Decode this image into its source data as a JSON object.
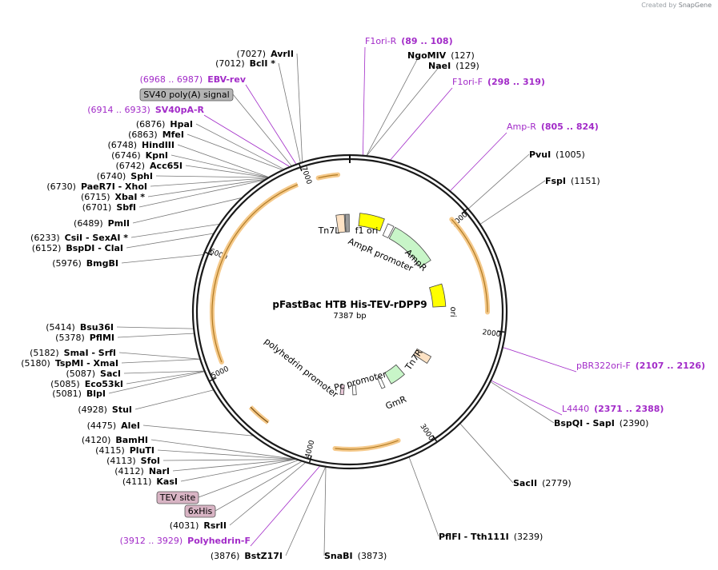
{
  "credit": {
    "prefix": "Created by",
    "brand": "SnapGene"
  },
  "map": {
    "name": "pFastBac HTB His-TEV-rDPP9",
    "length_label": "7387 bp",
    "total_bp": 7387
  },
  "ticks": [
    {
      "pos": 1000,
      "label": "1000"
    },
    {
      "pos": 2000,
      "label": "2000"
    },
    {
      "pos": 3000,
      "label": "3000"
    },
    {
      "pos": 4000,
      "label": "4000"
    },
    {
      "pos": 5000,
      "label": "5000"
    },
    {
      "pos": 6000,
      "label": "6000"
    },
    {
      "pos": 7000,
      "label": "7000"
    }
  ],
  "enzymes_right": [
    {
      "name": "NgoMIV",
      "site": "(127)",
      "pos": 127
    },
    {
      "name": "NaeI",
      "site": "(129)",
      "pos": 129
    },
    {
      "name": "PvuI",
      "site": "(1005)",
      "pos": 1005
    },
    {
      "name": "FspI",
      "site": "(1151)",
      "pos": 1151
    },
    {
      "name": "BspQI  -  SapI",
      "site": "(2390)",
      "pos": 2390
    },
    {
      "name": "SacII",
      "site": "(2779)",
      "pos": 2779
    },
    {
      "name": "PflFI  -  Tth111I",
      "site": "(3239)",
      "pos": 3239
    },
    {
      "name": "SnaBI",
      "site": "(3873)",
      "pos": 3873
    }
  ],
  "enzymes_left": [
    {
      "site": "(7027)",
      "name": "AvrII",
      "pos": 7027
    },
    {
      "site": "(7012)",
      "name": "BclI *",
      "pos": 7012
    },
    {
      "site": "(6876)",
      "name": "HpaI",
      "pos": 6876
    },
    {
      "site": "(6863)",
      "name": "MfeI",
      "pos": 6863
    },
    {
      "site": "(6748)",
      "name": "HindIII",
      "pos": 6748
    },
    {
      "site": "(6746)",
      "name": "KpnI",
      "pos": 6746
    },
    {
      "site": "(6742)",
      "name": "Acc65I",
      "pos": 6742
    },
    {
      "site": "(6740)",
      "name": "SphI",
      "pos": 6740
    },
    {
      "site": "(6730)",
      "name": "PaeR7I  -  XhoI",
      "pos": 6730
    },
    {
      "site": "(6715)",
      "name": "XbaI *",
      "pos": 6715
    },
    {
      "site": "(6701)",
      "name": "SbfI",
      "pos": 6701
    },
    {
      "site": "(6489)",
      "name": "PmlI",
      "pos": 6489
    },
    {
      "site": "(6233)",
      "name": "CsiI  -  SexAI *",
      "pos": 6233
    },
    {
      "site": "(6152)",
      "name": "BspDI  -  ClaI",
      "pos": 6152
    },
    {
      "site": "(5976)",
      "name": "BmgBI",
      "pos": 5976
    },
    {
      "site": "(5414)",
      "name": "Bsu36I",
      "pos": 5414
    },
    {
      "site": "(5378)",
      "name": "PflMI",
      "pos": 5378
    },
    {
      "site": "(5182)",
      "name": "SmaI  -  SrfI",
      "pos": 5182
    },
    {
      "site": "(5180)",
      "name": "TspMI  -  XmaI",
      "pos": 5180
    },
    {
      "site": "(5087)",
      "name": "SacI",
      "pos": 5087
    },
    {
      "site": "(5085)",
      "name": "Eco53kI",
      "pos": 5085
    },
    {
      "site": "(5081)",
      "name": "BlpI",
      "pos": 5081
    },
    {
      "site": "(4928)",
      "name": "StuI",
      "pos": 4928
    },
    {
      "site": "(4475)",
      "name": "AleI",
      "pos": 4475
    },
    {
      "site": "(4120)",
      "name": "BamHI",
      "pos": 4120
    },
    {
      "site": "(4115)",
      "name": "PluTI",
      "pos": 4115
    },
    {
      "site": "(4113)",
      "name": "SfoI",
      "pos": 4113
    },
    {
      "site": "(4112)",
      "name": "NarI",
      "pos": 4112
    },
    {
      "site": "(4111)",
      "name": "KasI",
      "pos": 4111
    },
    {
      "site": "(4031)",
      "name": "RsrII",
      "pos": 4031
    },
    {
      "site": "(3876)",
      "name": "BstZ17I",
      "pos": 3876
    }
  ],
  "primers_right": [
    {
      "name": "F1ori-R",
      "range": "(89 .. 108)",
      "pos": 98
    },
    {
      "name": "F1ori-F",
      "range": "(298 .. 319)",
      "pos": 308
    },
    {
      "name": "Amp-R",
      "range": "(805 .. 824)",
      "pos": 814
    },
    {
      "name": "pBR322ori-F",
      "range": "(2107 .. 2126)",
      "pos": 2116
    },
    {
      "name": "L4440",
      "range": "(2371 .. 2388)",
      "pos": 2380
    }
  ],
  "primers_left": [
    {
      "range": "(6968 .. 6987)",
      "name": "EBV-rev",
      "pos": 6977
    },
    {
      "range": "(6914 .. 6933)",
      "name": "SV40pA-R",
      "pos": 6923
    },
    {
      "range": "(3912 .. 3929)",
      "name": "Polyhedrin-F",
      "pos": 3920
    }
  ],
  "feature_tags": [
    {
      "label": "SV40 poly(A) signal",
      "pos": 6940,
      "color": "#b4b4b4"
    },
    {
      "label": "TEV site",
      "pos": 4090,
      "color": "#d8b4c4"
    },
    {
      "label": "6xHis",
      "pos": 4060,
      "color": "#d8b4c4"
    }
  ],
  "features": {
    "tn7l": "Tn7L",
    "f1_ori": "f1 ori",
    "ampr_promoter": "AmpR promoter",
    "ampr": "AmpR",
    "ori": "ori",
    "tn7r": "Tn7R",
    "gmr": "GmR",
    "pc_promoter": "Pc promoter",
    "polyhedrin_promoter": "polyhedrin promoter"
  },
  "colors": {
    "primer": "#a22bc8",
    "orf_arc": "#f5c98a",
    "yellow": "#ffff00",
    "green": "#c8f5c8",
    "peach": "#fde2c4",
    "gray": "#9a9a9a",
    "line": "#777777"
  }
}
